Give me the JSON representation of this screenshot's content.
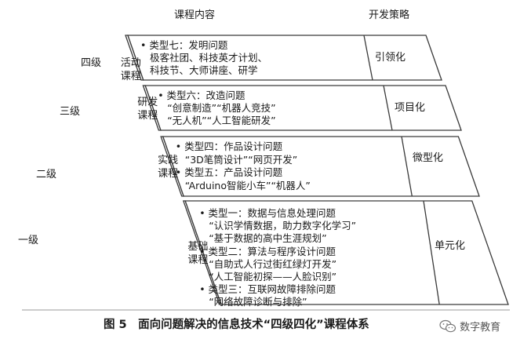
{
  "header": {
    "content": "课程内容",
    "strategy": "开发策略"
  },
  "levels": [
    {
      "level": "四级",
      "tier": "活动\n课程",
      "strategy": "引领化",
      "lines": [
        {
          "kind": "bullet",
          "text": "类型七：发明问题"
        },
        {
          "kind": "text",
          "text": "极客社团、科技英才计划、"
        },
        {
          "kind": "text",
          "text": "科技节、大师讲座、研学"
        }
      ]
    },
    {
      "level": "三级",
      "tier": "研发\n课程",
      "strategy": "项目化",
      "lines": [
        {
          "kind": "bullet",
          "text": "类型六：改造问题"
        },
        {
          "kind": "text",
          "text": "“创意制造”“机器人竞技”"
        },
        {
          "kind": "text",
          "text": "“无人机”“人工智能研发”"
        }
      ]
    },
    {
      "level": "二级",
      "tier": "实践\n课程",
      "strategy": "微型化",
      "lines": [
        {
          "kind": "bullet",
          "text": "类型四：作品设计问题"
        },
        {
          "kind": "text",
          "text": "“3D笔筒设计”“网页开发”"
        },
        {
          "kind": "bullet",
          "text": "类型五：产品设计问题"
        },
        {
          "kind": "text",
          "text": "“Arduino智能小车”“机器人”"
        }
      ]
    },
    {
      "level": "一级",
      "tier": "基础\n课程",
      "strategy": "单元化",
      "lines": [
        {
          "kind": "bullet",
          "text": "类型一：数据与信息处理问题"
        },
        {
          "kind": "text",
          "text": "“认识学情数据，助力数字化学习”"
        },
        {
          "kind": "text",
          "text": "“基于数据的高中生涯规划”"
        },
        {
          "kind": "bullet",
          "text": "类型二：算法与程序设计问题"
        },
        {
          "kind": "text",
          "text": "“自助式人行过街红绿灯开发”"
        },
        {
          "kind": "text",
          "text": "“人工智能初探——人脸识别”"
        },
        {
          "kind": "bullet",
          "text": "类型三：互联网故障排除问题"
        },
        {
          "kind": "text",
          "text": "“网络故障诊断与排除”"
        }
      ]
    }
  ],
  "caption": "图 5　面向问题解决的信息技术“四级四化”课程体系",
  "watermark": "数字教育",
  "bullet_char": "•"
}
